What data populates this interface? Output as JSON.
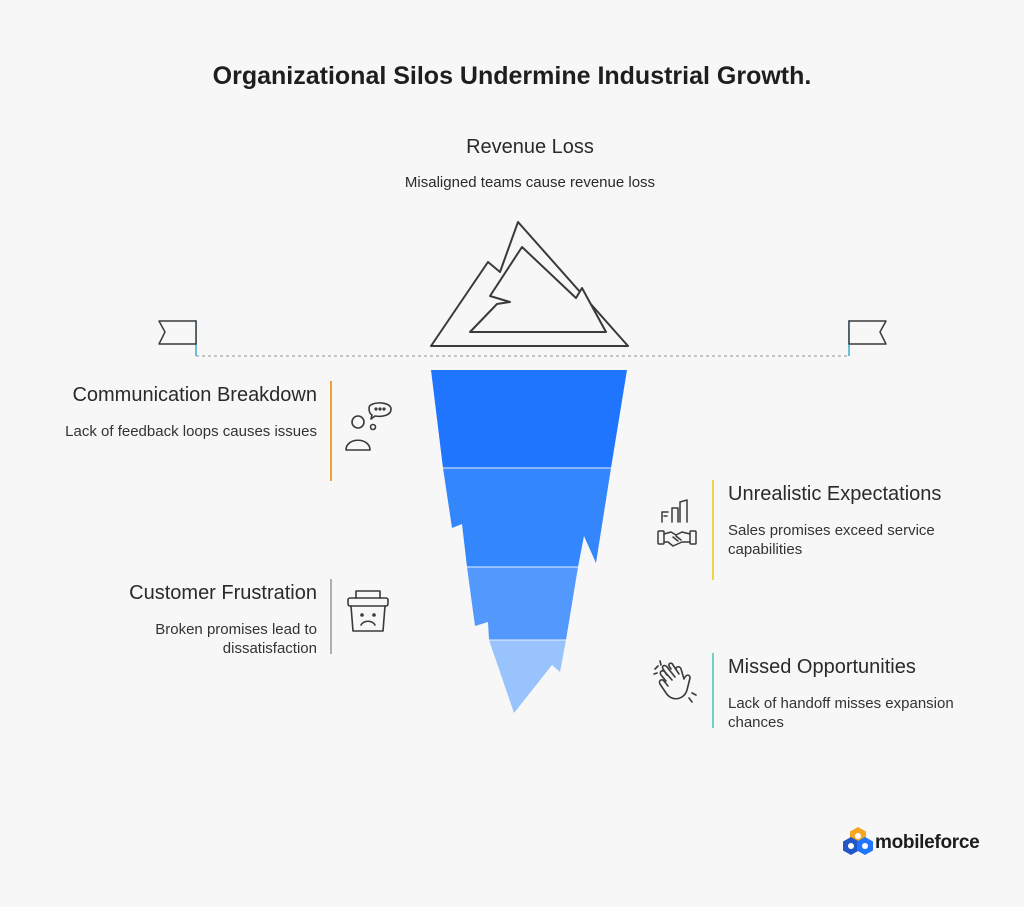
{
  "title": "Organizational Silos Undermine Industrial Growth.",
  "top": {
    "heading": "Revenue Loss",
    "description": "Misaligned teams cause revenue loss"
  },
  "left_items": [
    {
      "heading": "Communication Breakdown",
      "description": "Lack of feedback loops causes issues",
      "icon": "chat-person-icon",
      "accent": "#f0a035"
    },
    {
      "heading": "Customer Frustration",
      "description": "Broken promises lead to dissatisfaction",
      "icon": "sad-box-icon",
      "accent": "#b0b0b0"
    }
  ],
  "right_items": [
    {
      "heading": "Unrealistic Expectations",
      "description": "Sales promises exceed service capabilities",
      "icon": "handshake-icon",
      "accent": "#f2d24a"
    },
    {
      "heading": "Missed Opportunities",
      "description": "Lack of handoff misses expansion chances",
      "icon": "waving-hand-icon",
      "accent": "#6fd3c0"
    }
  ],
  "brand": {
    "name": "mobileforce"
  },
  "colors": {
    "layer1": "#1f75fe",
    "layer2": "#3386fc",
    "layer3": "#5298fd",
    "layer4": "#99c3fd",
    "waterline": "#a9a9a9",
    "flag_pole": "#3aa9d9"
  }
}
